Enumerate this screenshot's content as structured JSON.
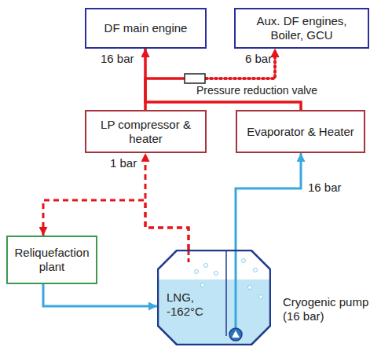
{
  "diagram": {
    "nodes": [
      {
        "text": [
          "DF main engine"
        ]
      },
      {
        "text": [
          "Aux. DF engines, Boiler, GCU"
        ]
      },
      {
        "text": [
          "LP compressor & heater"
        ]
      },
      {
        "text": [
          "Evaporator & Heater"
        ]
      },
      {
        "text": [
          "Reliquefaction plant"
        ]
      },
      {
        "text": [
          "LNG, -162°C"
        ]
      }
    ],
    "edges": [
      {
        "from": 2,
        "to": 0,
        "arrow": "to"
      },
      {
        "from": 3,
        "to": 0,
        "arrow": "to"
      },
      {
        "from": 2,
        "to": 1,
        "arrow": "to"
      },
      {
        "from": 3,
        "to": 1,
        "arrow": "to"
      },
      {
        "from": 5,
        "to": 2,
        "arrow": "to"
      },
      {
        "from": 5,
        "to": 4,
        "arrow": "to"
      },
      {
        "from": 4,
        "to": 5,
        "arrow": "to"
      },
      {
        "from": 5,
        "to": 3,
        "arrow": "to"
      }
    ],
    "labels": [
      "16 bar",
      "6 bar",
      "Pressure reduction valve",
      "1 bar",
      "16 bar",
      "Cryogenic pump (16 bar)"
    ]
  }
}
